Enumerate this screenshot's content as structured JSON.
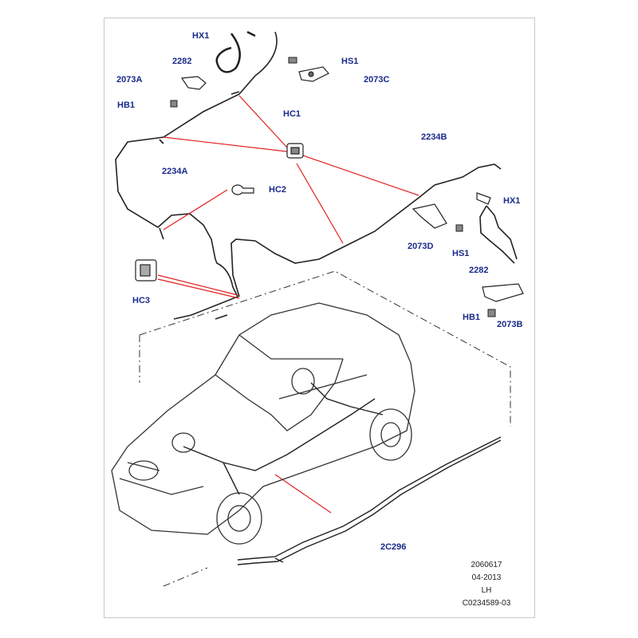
{
  "callouts": {
    "hx1_top": "HX1",
    "c2282_top": "2282",
    "c2073a": "2073A",
    "hb1_top": "HB1",
    "hs1_top": "HS1",
    "c2073c": "2073C",
    "hc1": "HC1",
    "c2234b": "2234B",
    "c2234a": "2234A",
    "hc2": "HC2",
    "hx1_right": "HX1",
    "c2073d": "2073D",
    "hs1_right": "HS1",
    "c2282_right": "2282",
    "hc3": "HC3",
    "hb1_right": "HB1",
    "c2073b": "2073B",
    "c2c296": "2C296"
  },
  "footer": {
    "part_number": "2060617",
    "date": "04-2013",
    "side": "LH",
    "illustration_code": "C0234589-03"
  },
  "colors": {
    "label_blue": "#1a2a8a",
    "leader_red": "#e02020",
    "line_black": "#222222"
  }
}
